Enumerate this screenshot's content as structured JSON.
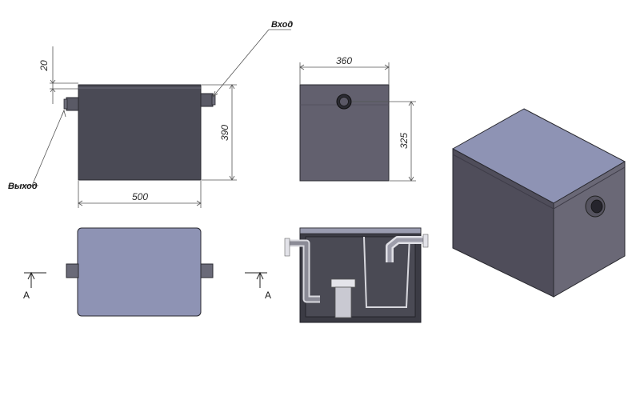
{
  "labels": {
    "inlet": "Вход",
    "outlet": "Выход",
    "section_left": "A",
    "section_right": "A"
  },
  "dimensions": {
    "top_offset": "20",
    "length": "500",
    "front_height": "390",
    "width": "360",
    "inlet_height": "325"
  },
  "colors": {
    "body_dark": "#4a4a55",
    "body_side": "#62606e",
    "body_top": "#8e93b4",
    "section_fill": "#3b3b44",
    "line": "#555555",
    "background": "#ffffff"
  }
}
